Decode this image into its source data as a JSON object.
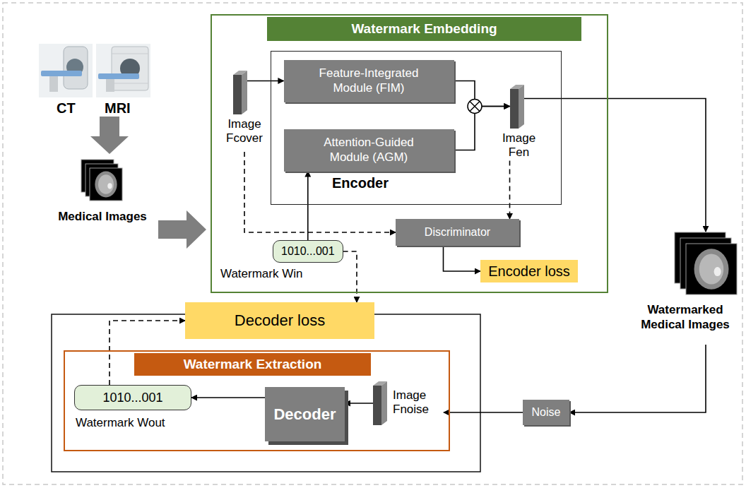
{
  "diagram": {
    "nodes": [
      {
        "text": [
          "Medical Images"
        ]
      },
      {
        "text": [
          "Watermark Embedding"
        ]
      },
      {
        "text": [
          "Encoder"
        ],
        "in": 1
      },
      {
        "text": [
          "Image Fcover"
        ],
        "in": 1
      },
      {
        "text": [
          "Feature-Integrated Module (FIM)"
        ],
        "in": 2
      },
      {
        "text": [
          "Attention-Guided Module (AGM)"
        ],
        "in": 2
      },
      {
        "text": [
          "Image Fen"
        ],
        "in": 2
      },
      {
        "text": [
          "1010...001",
          "Watermark Win"
        ],
        "in": 1
      },
      {
        "text": [
          "Discriminator"
        ],
        "in": 1
      },
      {
        "text": [
          "Encoder loss"
        ],
        "in": 1
      },
      {
        "text": [
          "Watermarked Medical Images"
        ]
      },
      {
        "text": [
          "Decoder loss"
        ]
      },
      {
        "text": [
          "Watermark Extraction"
        ]
      },
      {
        "text": [
          "1010...001",
          "Watermark Wout"
        ],
        "in": 12
      },
      {
        "text": [
          "Decoder"
        ],
        "in": 12
      },
      {
        "text": [
          "Image Fnoise"
        ],
        "in": 12
      },
      {
        "text": [
          "Noise"
        ]
      }
    ],
    "edges": [
      {
        "from": 0,
        "to": 1,
        "arrow": "to"
      },
      {
        "from": 3,
        "to": 4,
        "arrow": "to"
      },
      {
        "from": 7,
        "to": 5,
        "arrow": "to"
      },
      {
        "from": 4,
        "to": 6,
        "arrow": "to"
      },
      {
        "from": 5,
        "to": 6,
        "arrow": "to"
      },
      {
        "from": 3,
        "to": 8,
        "arrow": "to"
      },
      {
        "from": 6,
        "to": 8,
        "arrow": "to"
      },
      {
        "from": 8,
        "to": 9,
        "arrow": "to"
      },
      {
        "from": 6,
        "to": 10,
        "arrow": "to"
      },
      {
        "from": 7,
        "to": 11,
        "arrow": "to"
      },
      {
        "from": 10,
        "to": 16,
        "arrow": "to"
      },
      {
        "from": 16,
        "to": 15,
        "arrow": "to"
      },
      {
        "from": 15,
        "to": 14,
        "arrow": "to"
      },
      {
        "from": 14,
        "to": 13,
        "arrow": "to"
      },
      {
        "from": 13,
        "to": 11,
        "arrow": "to"
      }
    ],
    "labels": [
      "CT",
      "MRI"
    ]
  }
}
